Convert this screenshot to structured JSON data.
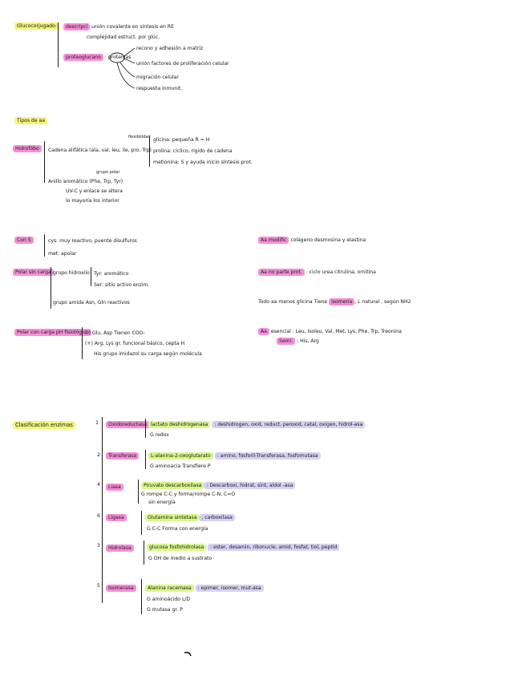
{
  "glyco": {
    "title": "Glucocorjugado:",
    "desc_label": "descripci",
    "desc_text": "unión covalente en síntesis en RE",
    "desc_text2": "complejidad estruct. por glúc.",
    "pg_label": "proteoglucano",
    "pg_text": ": proteínas",
    "pg_items": [
      "recono y adhesión a matriz",
      "unión factores de proliferación celular",
      "migración celular",
      "respuesta inmunit."
    ]
  },
  "tipos": {
    "title": "Tipos de aa"
  },
  "hidrofobo": {
    "label": "Hidrofóbo",
    "cadena": "Cadena alifática (ala, val, leu, ile, pro, Trp)",
    "flexibilidad": "flexibilidad",
    "glicina": "glicina: pequeña   R = H",
    "prolina": "prolina: cíclico, rígido de cadena",
    "metionina": "metionina: S y ayuda inicio síntesis prot.",
    "anillo": "Anillo aromático (Phe, Trp, Tyr)",
    "grupo_polar": "grupo polar",
    "uv": "UV-C y enlace se altera",
    "lo_inv": "lo mayoría los interior"
  },
  "cons": {
    "label": "Con S",
    "cys": "cys: muy reactivo, puente disulfuros",
    "met": "met: apolar"
  },
  "polar": {
    "label": "Polar sin carga",
    "hidroxilo": "grupo hidroxilo",
    "tyr": "Tyr: aromático",
    "ser": "Ser: sitio activo enzim.",
    "amida": "grupo amida    Asn, Gln reactivos"
  },
  "polar_carga": {
    "label": "Polar con carga pH fisiológico",
    "neg": "(-)  Glu, Asp   Tienen COO-",
    "pos": "(+)  Arg, Lys   gr. funcional básico, cepta H",
    "his": "His   grupo imidazol   su carga según molécula"
  },
  "right": {
    "mod_label": "Aa modific",
    "mod_text": "colágeno desmosina y elastina",
    "noprot_label": "Aa no parte prot.",
    "noprot_text": ": ciclo urea   citrulina, ornitina",
    "todos_pre": "Todo aa menos glicina Tiene",
    "isomeria": "isomería",
    "todos_post": ", L natural , según NH2",
    "esencial_label": "Aa",
    "esencial_text": "esencial : Leu, Isoleu, Val, Met, Lys, Phe, Trp, Treonina",
    "semi_label": "Semi.",
    "semi_text": ": His, Arg"
  },
  "clasif": {
    "title": "Clasificación enzimas",
    "rows": [
      {
        "num": "1",
        "name": "Oxidoreductasa",
        "desc": "lactato deshidrogenasa",
        "desc2": "G redox",
        "ex": ": deshidrogen, oxid, reduct, peroxid, catal, oxigen, hidrol-asa"
      },
      {
        "num": "2",
        "name": "Transferasa",
        "desc": "L-alanina-2-oxoglutarato",
        "desc2": "G aminoacia Transfiere P",
        "ex": ": amino, fosforil-Transferasa, fosfomutasa"
      },
      {
        "num": "4",
        "name": "Liasa",
        "desc": "Piruvato descarboxilasa",
        "desc2": "G rompe C-C y forma/rompe C-N, C=O",
        "desc3": "sin energía",
        "ex": ": Descarboxi, hidrat, sint, aldol -asa"
      },
      {
        "num": "6",
        "name": "Ligasa",
        "desc": "Glutamina sintetasa",
        "desc2": "G C-C Forma con energía",
        "ex": ", carboxilasa"
      },
      {
        "num": "3",
        "name": "Hidrolasa",
        "desc": "glucosa fosfohidrolasa",
        "desc2": "G OH de medio a sustrato",
        "ex": ": ester, desamin, ribonucle, amid, fosfat, tiol, peptid"
      },
      {
        "num": "5",
        "name": "Isomerasa",
        "desc": "Alanina racemasa",
        "desc2": "G aminoácido L/D",
        "desc3": "G mutasa gr. P",
        "ex": ": epimer, isomer, mut-asa"
      }
    ]
  }
}
